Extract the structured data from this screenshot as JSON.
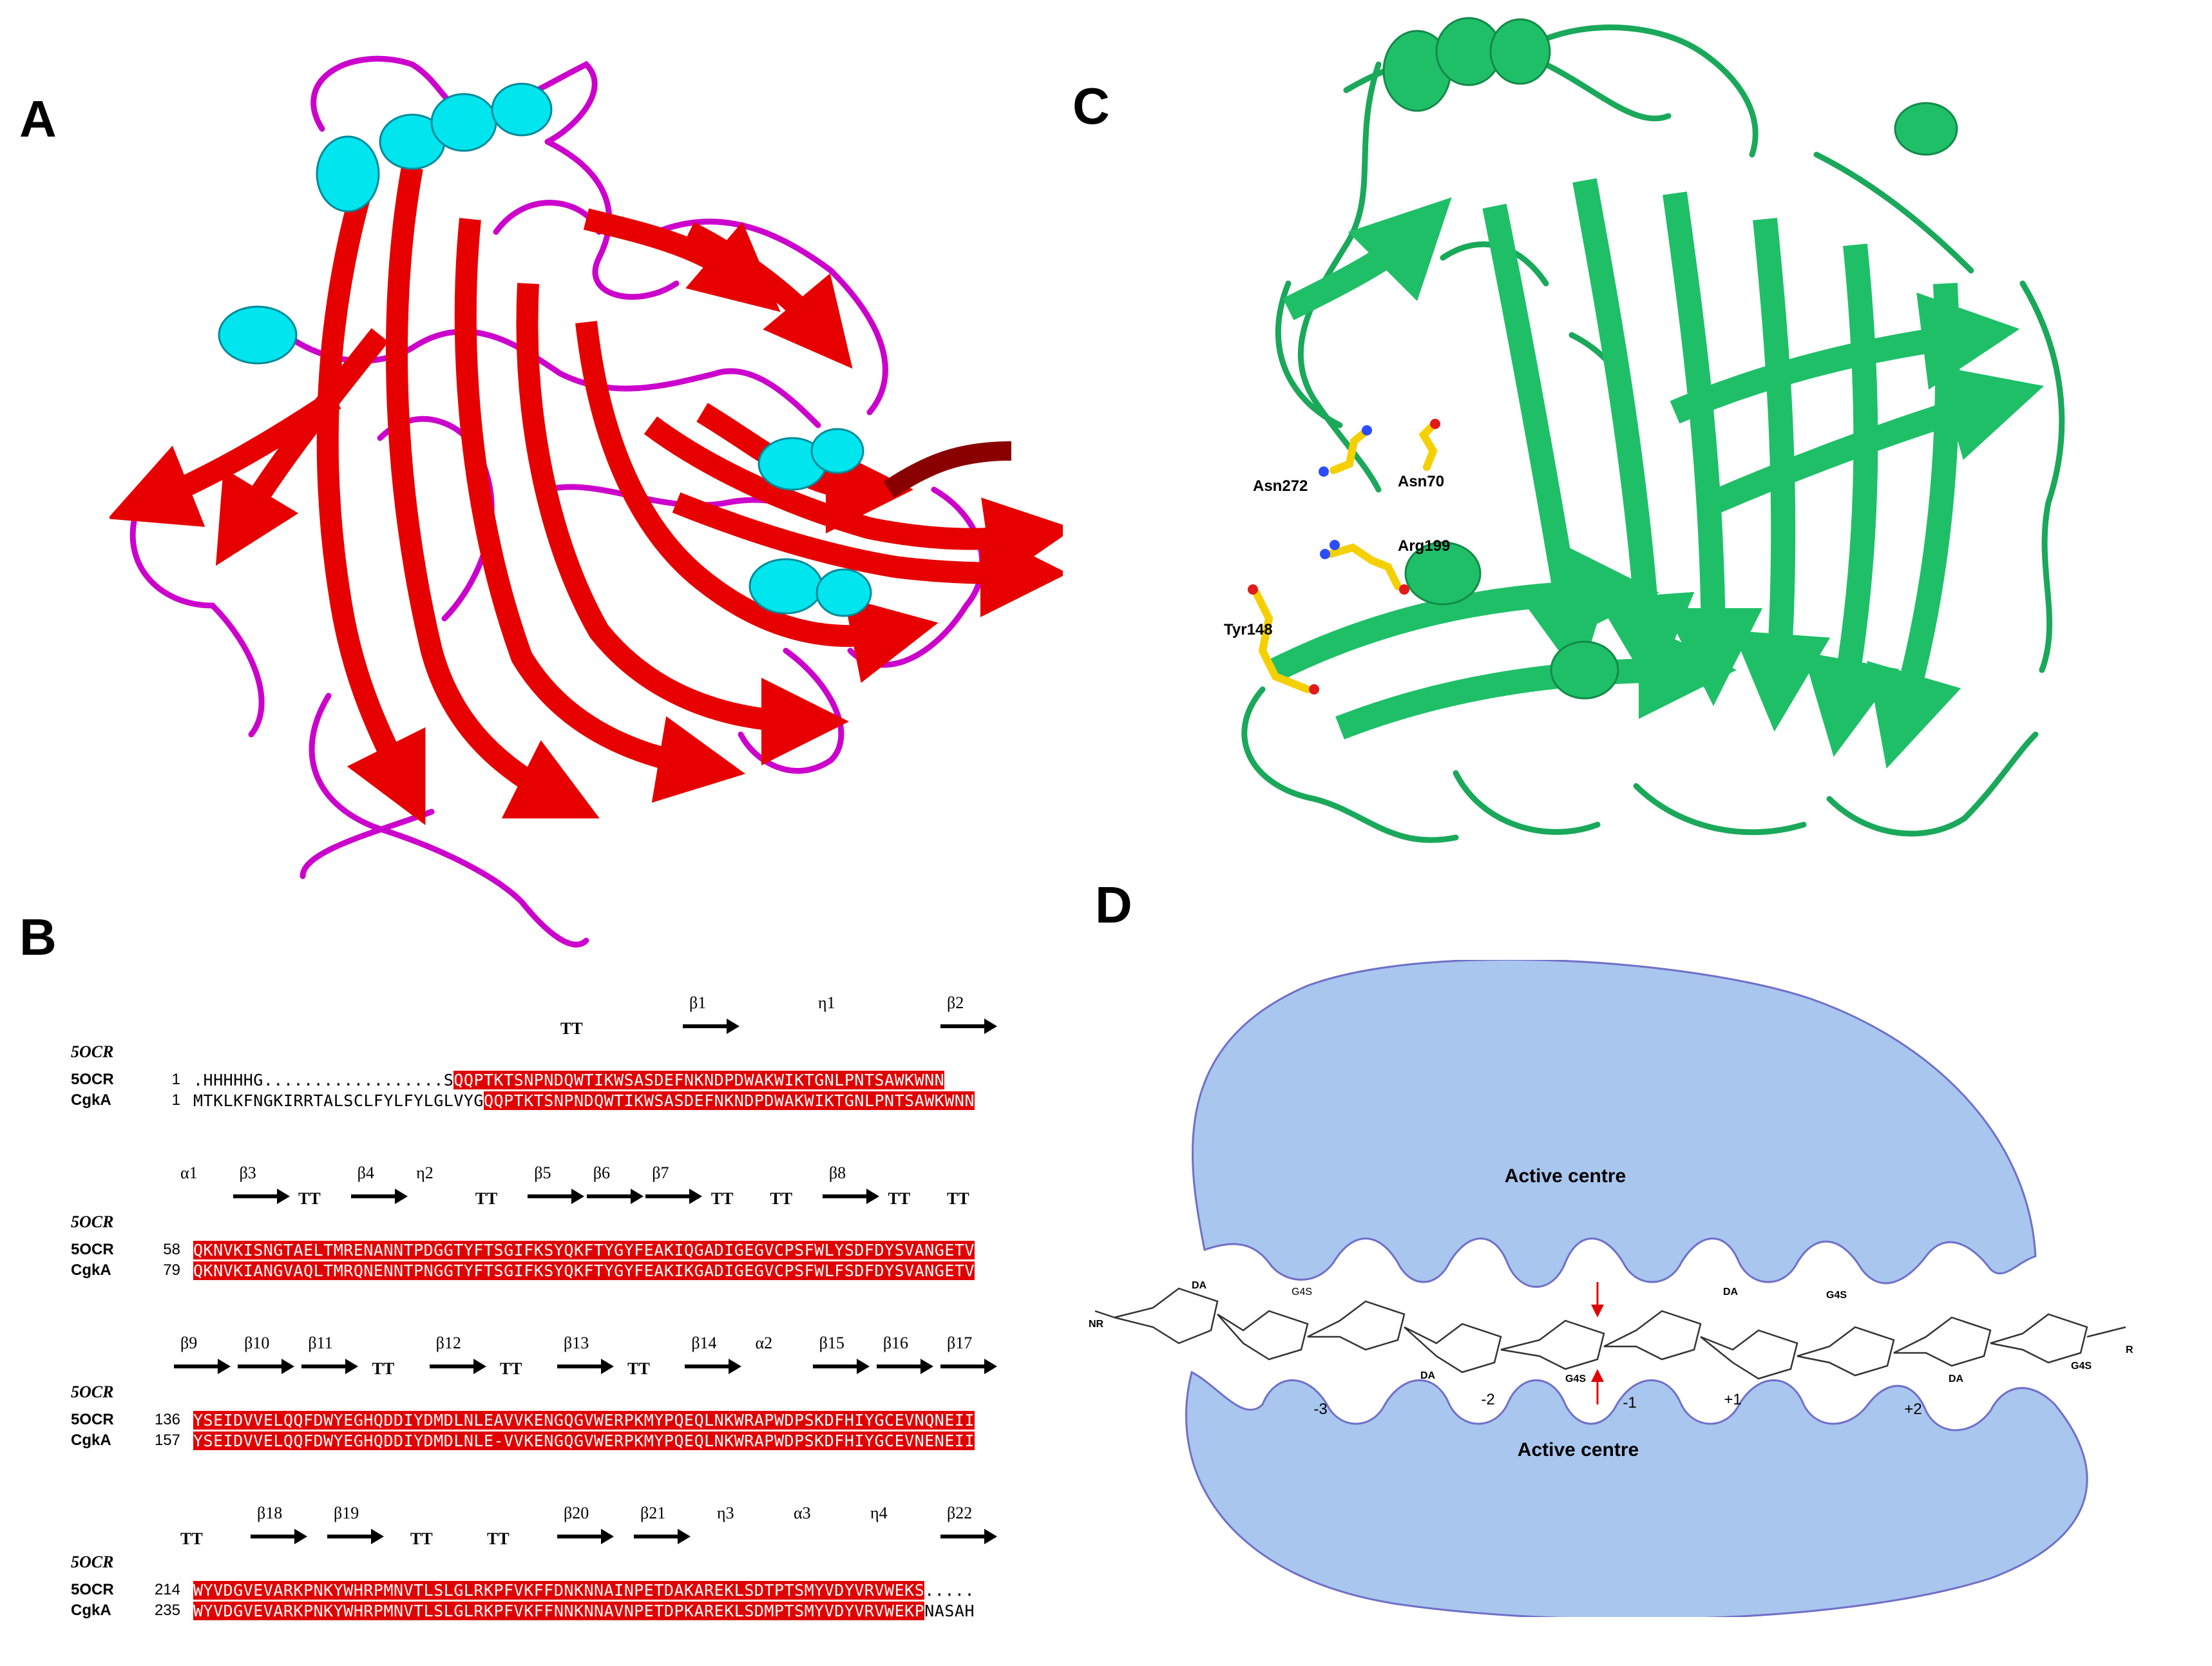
{
  "panels": {
    "a": "A",
    "b": "B",
    "c": "C",
    "d": "D"
  },
  "colors": {
    "strand_red": "#e60000",
    "helix_cyan": "#00e5ee",
    "loop_magenta": "#cc00cc",
    "green_cartoon": "#1fbf68",
    "residue_yellow": "#f5d000",
    "active_centre_fill": "#a9c6ee",
    "alignment_red": "#e00000"
  },
  "panel_c": {
    "residues": [
      "Asn272",
      "Asn70",
      "Arg199",
      "Tyr148"
    ]
  },
  "panel_d": {
    "active_centre_top": "Active centre",
    "active_centre_bottom": "Active centre",
    "subsites": [
      "-3",
      "-2",
      "-1",
      "+1",
      "+2"
    ],
    "residue_labels": [
      "DA",
      "G4S",
      "DA",
      "G4S",
      "DA",
      "G4S",
      "DA",
      "G4S"
    ],
    "ends": [
      "NR",
      "R"
    ]
  },
  "panel_b": {
    "ss_name": "5OCR",
    "blocks": [
      {
        "ss": [
          "TT",
          "β1",
          "η1",
          "β2"
        ],
        "rows": [
          {
            "name": "5OCR",
            "num": "1",
            "pre": ".HHHHHG..................S",
            "seq": "QQPTKTSNPNDQWTIKWSASDEFNKNDPDWAKWIKTGNLPNTSAWKWNN"
          },
          {
            "name": "CgkA",
            "num": "1",
            "pre": "MTKLKFNGKIRRTALSCLFYLFYLGLVYG",
            "seq": "QQPTKTSNPNDQWTIKWSASDEFNKNDPDWAKWIKTGNLPNTSAWKWNN"
          }
        ]
      },
      {
        "ss": [
          "α1",
          "β3",
          "TT",
          "β4",
          "η2",
          "TT",
          "β5",
          "β6",
          "β7",
          "TT",
          "TT",
          "β8",
          "TT",
          "TT"
        ],
        "rows": [
          {
            "name": "5OCR",
            "num": "58",
            "pre": "",
            "seq": "QKNVKISNGTAELTMRENANNTPDGGTYFTSGIFKSYQKFTYGYFEAKIQGADIGEGVCPSFWLYSDFDYSVANGETV"
          },
          {
            "name": "CgkA",
            "num": "79",
            "pre": "",
            "seq": "QKNVKIANGVAQLTMRQNENNTPNGGTYFTSGIFKSYQKFTYGYFEAKIKGADIGEGVCPSFWLFSDFDYSVANGETV"
          }
        ]
      },
      {
        "ss": [
          "β9",
          "β10",
          "β11",
          "TT",
          "β12",
          "TT",
          "β13",
          "TT",
          "β14",
          "α2",
          "β15",
          "β16",
          "β17"
        ],
        "rows": [
          {
            "name": "5OCR",
            "num": "136",
            "pre": "",
            "seq": "YSEIDVVELQQFDWYEGHQDDIYDMDLNLEAVVKENGQGVWERPKMYPQEQLNKWRAPWDPSKDFHIYGCEVNQNEII"
          },
          {
            "name": "CgkA",
            "num": "157",
            "pre": "",
            "seq": "YSEIDVVELQQFDWYEGHQDDIYDMDLNLE-VVKENGQGVWERPKMYPQEQLNKWRAPWDPSKDFHIYGCEVNENEII"
          }
        ]
      },
      {
        "ss": [
          "TT",
          "β18",
          "β19",
          "TT",
          "TT",
          "β20",
          "β21",
          "η3",
          "α3",
          "η4",
          "β22"
        ],
        "rows": [
          {
            "name": "5OCR",
            "num": "214",
            "pre": "",
            "seq": "WYVDGVEVARKPNKYWHRPMNVTLSLGLRKPFVKFFDNKNNAINPETDAKAREKLSDTPTSMYVDYVRVWEKS",
            "post": "....."
          },
          {
            "name": "CgkA",
            "num": "235",
            "pre": "",
            "seq": "WYVDGVEVARKPNKYWHRPMNVTLSLGLRKPFVKFFNNKNNAVNPETDPKAREKLSDMPTSMYVDYVRVWEKP",
            "post": "NASAH"
          }
        ]
      }
    ]
  }
}
